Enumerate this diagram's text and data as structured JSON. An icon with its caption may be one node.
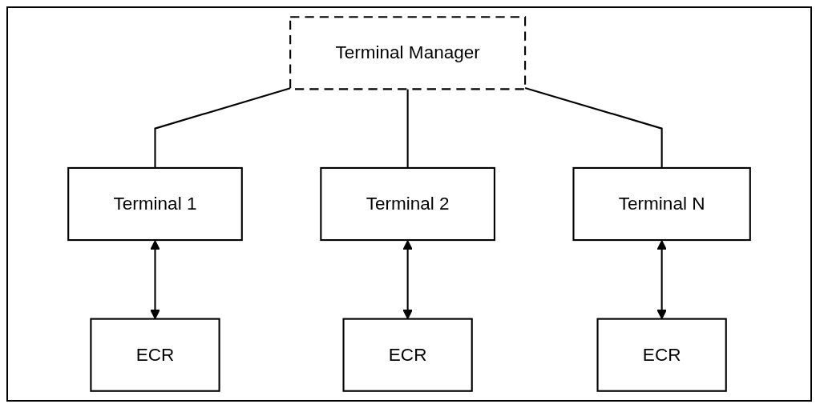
{
  "diagram": {
    "nodes": [
      {
        "text": [
          "Terminal Manager"
        ]
      },
      {
        "text": [
          "Terminal 1"
        ]
      },
      {
        "text": [
          "Terminal 2"
        ]
      },
      {
        "text": [
          "Terminal N"
        ]
      },
      {
        "text": [
          "ECR"
        ]
      },
      {
        "text": [
          "ECR"
        ]
      },
      {
        "text": [
          "ECR"
        ]
      }
    ],
    "edges": [
      {
        "from": 0,
        "to": 1,
        "arrow": "none"
      },
      {
        "from": 0,
        "to": 2,
        "arrow": "none"
      },
      {
        "from": 0,
        "to": 3,
        "arrow": "none"
      },
      {
        "from": 1,
        "to": 4,
        "arrow": "both"
      },
      {
        "from": 2,
        "to": 5,
        "arrow": "both"
      },
      {
        "from": 3,
        "to": 6,
        "arrow": "both"
      }
    ]
  }
}
